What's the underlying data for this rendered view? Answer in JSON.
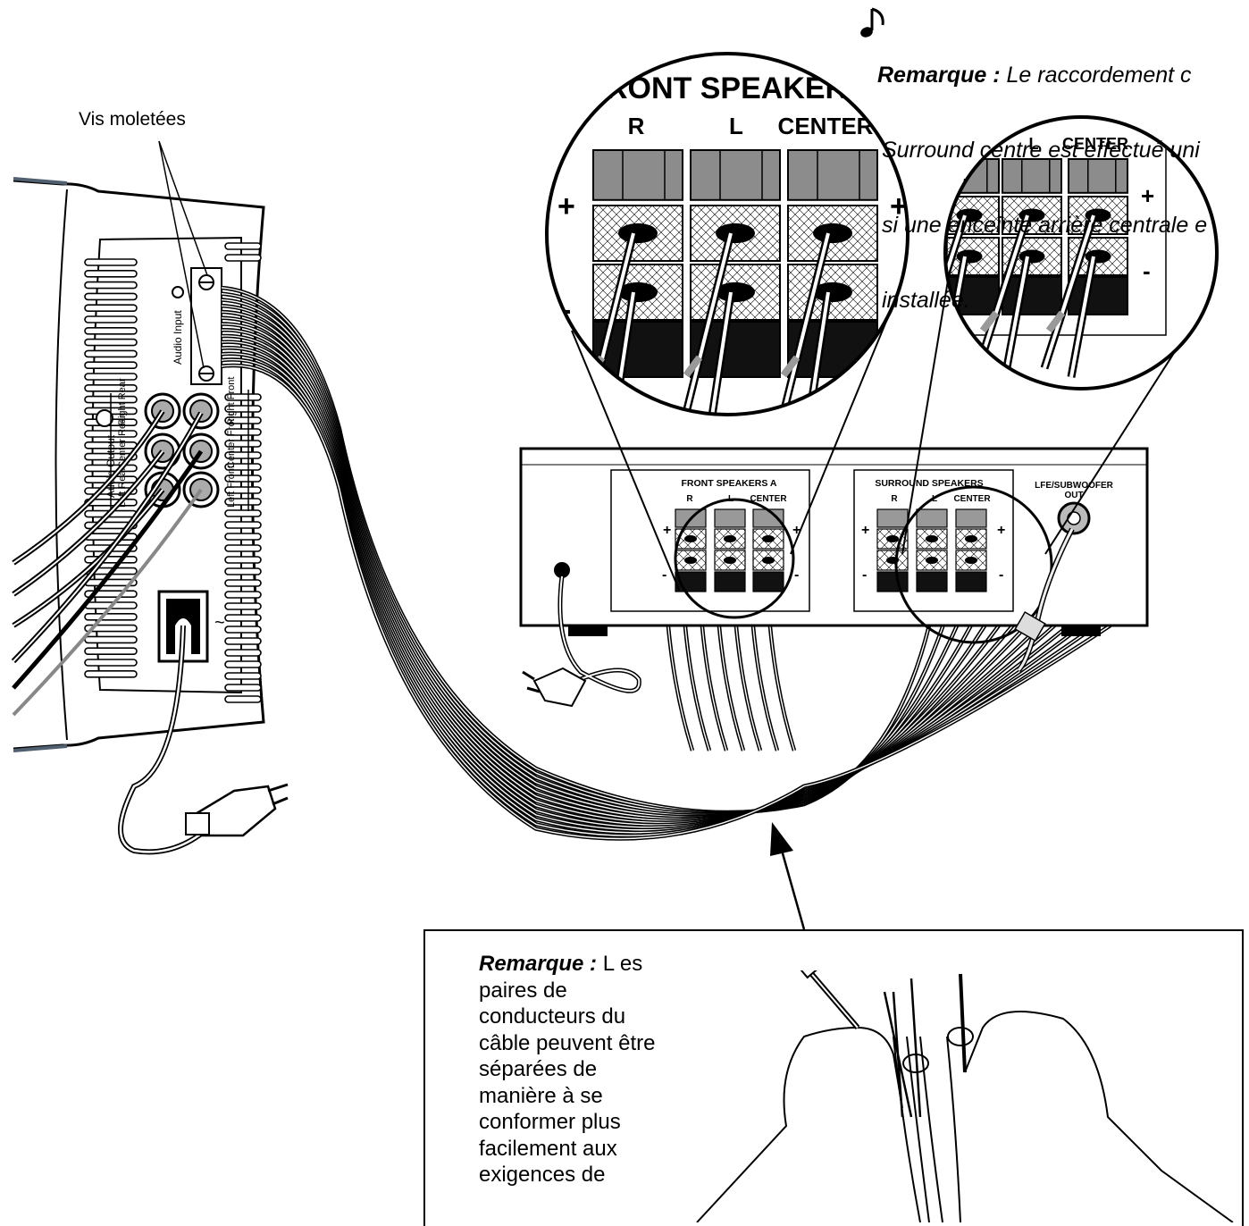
{
  "top_note": {
    "lead": "Remarque :",
    "line1": " Le raccordement c",
    "line2": "Surround centre est effectué uni",
    "line3": "si une enceinte arrière centrale e",
    "line4": "installée."
  },
  "callout": {
    "label": "Vis moletées"
  },
  "magnifier_front": {
    "title": "FRONT SPEAKERS",
    "col_r": "R",
    "col_l": "L",
    "col_center": "CENTER",
    "plus": "+",
    "minus": "-"
  },
  "magnifier_surround": {
    "col_l": "L",
    "col_center": "CENTER",
    "plus": "+",
    "minus": "-"
  },
  "receiver": {
    "front_title": "FRONT SPEAKERS A",
    "front_r": "R",
    "front_l": "L",
    "front_center": "CENTER",
    "surround_title": "SURROUND SPEAKERS",
    "surround_r": "R",
    "surround_l": "L",
    "surround_center": "CENTER",
    "sub_line1": "LFE/SUBWOOFER",
    "sub_line2": "OUT",
    "plus": "+",
    "minus": "-"
  },
  "module": {
    "audio_input": "Audio Input",
    "audio_output": "Audio Output",
    "right_rear": "Right Rear",
    "center_rear": "Center Rear",
    "left_rear": "Left Rear",
    "right_front": "Right Front",
    "center_front": "Center Front",
    "left_front": "Left Front",
    "power_symbol": "~"
  },
  "bottom_note": {
    "lead": "Remarque :",
    "text": " L es paires de conducteurs du câble peuvent être séparées de manière à se conformer plus facilement aux exigences de"
  },
  "icons": [
    "music-note-icon",
    "arrow-up-icon"
  ],
  "colors": {
    "ink": "#000000",
    "panel_gray": "#8c8c8c",
    "dark": "#1a1a1a",
    "light_gray": "#d9d9d9"
  }
}
